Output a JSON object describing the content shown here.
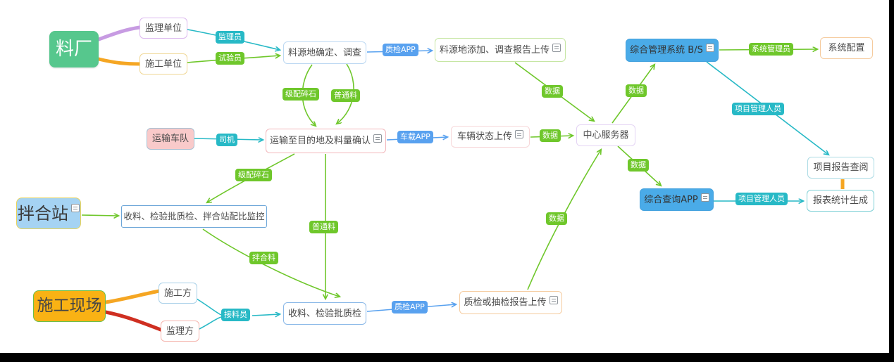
{
  "diagram": {
    "nodes": {
      "liaochang": "料厂",
      "jianli_danwei": "监理单位",
      "shigong_danwei": "施工单位",
      "liaoyuandi_queding": "料源地确定、调查",
      "liaoyuandi_tianjia": "料源地添加、调查报告上传",
      "yunshu_chedui": "运输车队",
      "yunshu_mudidi": "运输至目的地及料量确认",
      "cheliang_zhuangtai": "车辆状态上传",
      "zhongxin_fuwuqi": "中心服务器",
      "zonghe_guanli_xitong": "综合管理系统 B/S",
      "xitong_peizhi": "系统配置",
      "xiangmu_baogao_chayue": "项目报告查阅",
      "zonghe_chaxun_app": "综合查询APP",
      "baobiao_tongji": "报表统计生成",
      "banhezhan": "拌合站",
      "shouliao_banhezhan": "收料、检验批质检、拌合站配比监控",
      "shigong_xianchang": "施工现场",
      "shigong_fang": "施工方",
      "jianli_fang": "监理方",
      "shouliao_jianyan": "收料、检验批质检",
      "zhijian_choujian": "质检或抽检报告上传"
    },
    "badges": {
      "jianliyuan": "监理员",
      "shiyanyuan": "试验员",
      "zhijian_app_top": "质检APP",
      "jipei_suishi_top": "级配碎石",
      "putongliao_top": "普通料",
      "siji": "司机",
      "chezai_app": "车载APP",
      "shuju_baogao": "数据",
      "shuju_cheliang": "数据",
      "shuju_guanli": "数据",
      "shuju_chaxun": "数据",
      "shuju_zhijian": "数据",
      "xitong_guanliyuan": "系统管理员",
      "xiangmu_guanli_1": "项目管理人员",
      "xiangmu_guanli_2": "项目管理人员",
      "jipei_suishi_mid": "级配碎石",
      "putongliao_mid": "普通料",
      "banheliao": "拌合料",
      "jieliaoyuan": "接料员",
      "zhijian_app_bottom": "质检APP"
    },
    "colors": {
      "edge_green": "#6fc72b",
      "edge_teal": "#27b9c6",
      "edge_blue": "#58a1ef",
      "link_purple": "#c79be2",
      "link_orange": "#f5a623",
      "link_red": "#cf2f21",
      "node_green": "#56c78d",
      "node_blue": "#4aabe8",
      "node_skyblue": "#a5d3f3",
      "node_orange": "#f9b214",
      "node_pink": "#f9caca"
    }
  }
}
